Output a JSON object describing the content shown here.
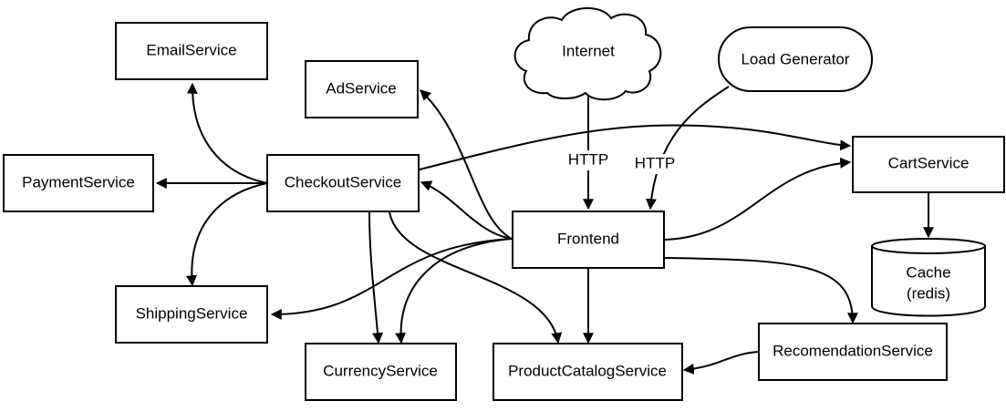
{
  "diagram": {
    "nodes": {
      "email": "EmailService",
      "ad": "AdService",
      "payment": "PaymentService",
      "checkout": "CheckoutService",
      "shipping": "ShippingService",
      "currency": "CurrencyService",
      "productcatalog": "ProductCatalogService",
      "internet": "Internet",
      "loadgen": "Load Generator",
      "frontend": "Frontend",
      "cart": "CartService",
      "cache_line1": "Cache",
      "cache_line2": "(redis)",
      "recommendation": "RecomendationService"
    },
    "edge_labels": {
      "internet_http": "HTTP",
      "loadgen_http": "HTTP"
    },
    "colors": {
      "stroke": "#000000",
      "fill": "#ffffff",
      "text": "#000000"
    }
  }
}
